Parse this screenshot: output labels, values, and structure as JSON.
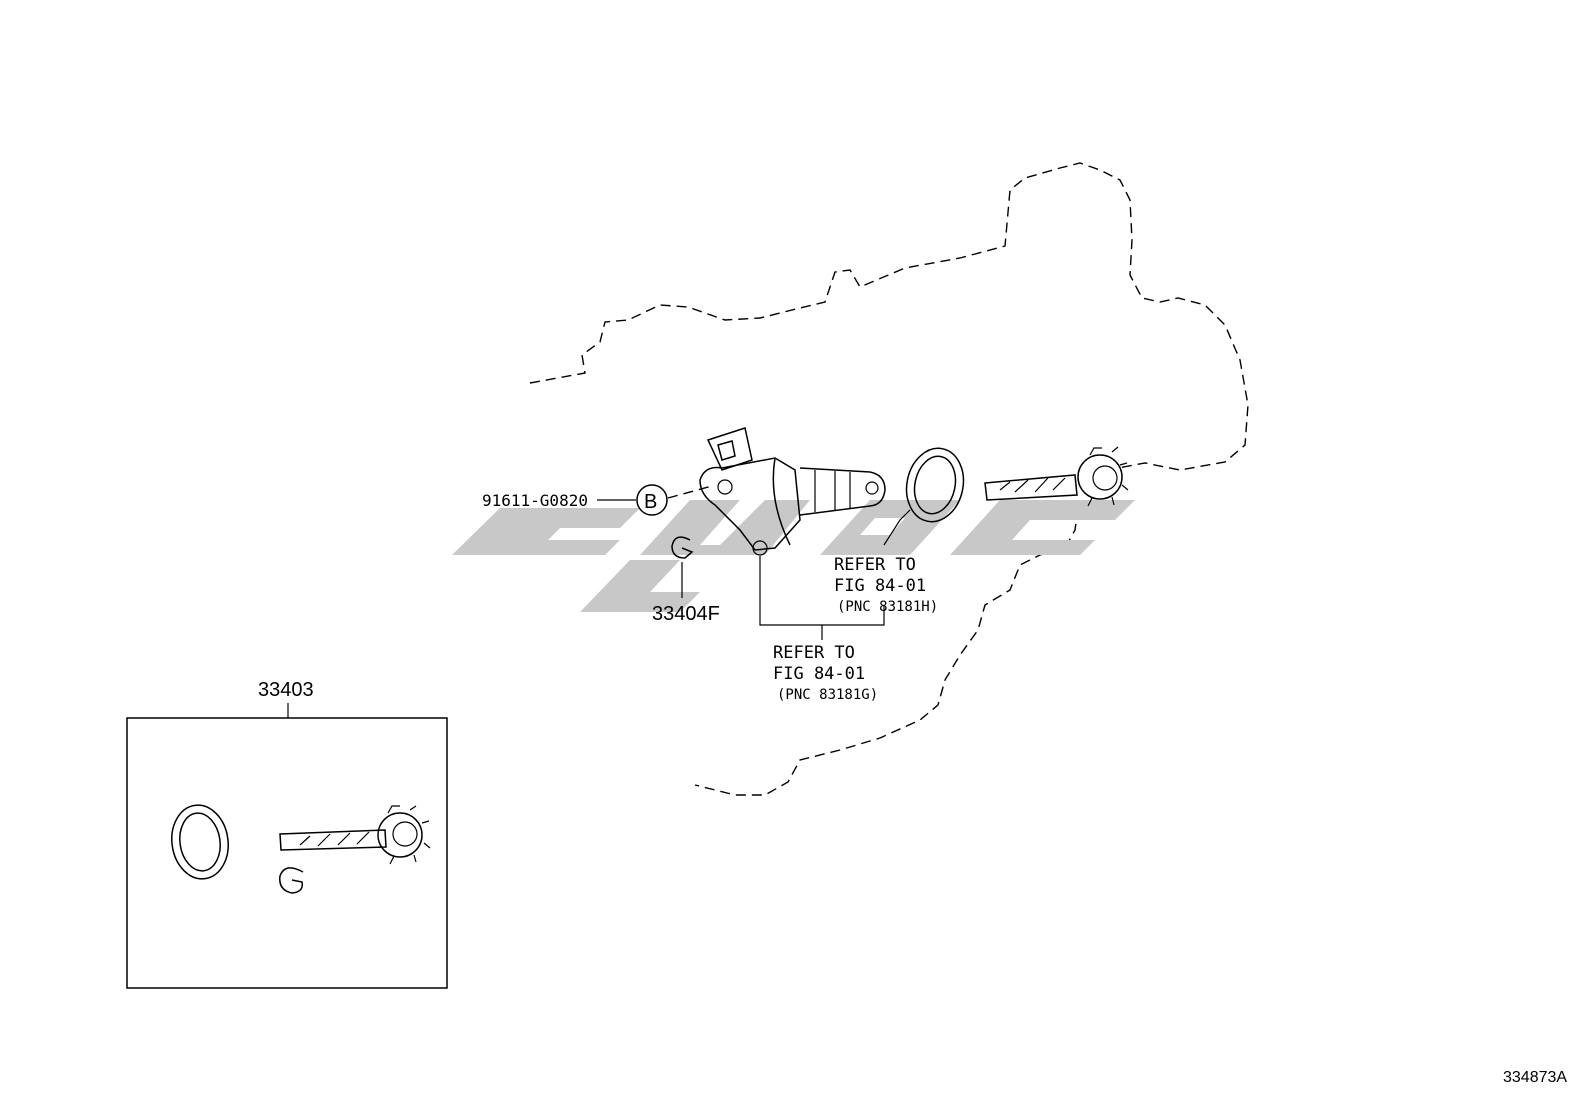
{
  "diagram": {
    "labels": {
      "bolt_part": "91611-G0820",
      "bolt_callout": "B",
      "clip_part": "33404F",
      "kit_part": "33403",
      "refer_h_line1": "REFER TO",
      "refer_h_line2": "FIG 84-01",
      "refer_h_line3": "(PNC 83181H)",
      "refer_g_line1": "REFER TO",
      "refer_g_line2": "FIG 84-01",
      "refer_g_line3": "(PNC 83181G)",
      "figure_id": "334873A"
    },
    "colors": {
      "line": "#000000",
      "background": "#ffffff",
      "watermark": "#c8c8c8"
    }
  }
}
